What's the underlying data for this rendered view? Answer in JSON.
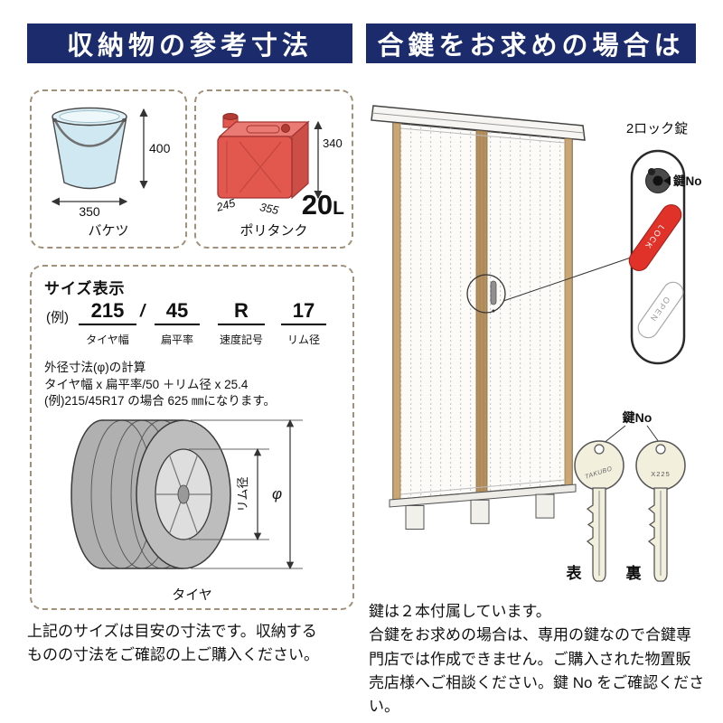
{
  "left": {
    "header": "収納物の参考寸法",
    "bucket": {
      "label": "バケツ",
      "dim_height": "400",
      "dim_width": "350"
    },
    "tank": {
      "label": "ポリタンク",
      "dim_height": "340",
      "dim_depth": "245",
      "dim_width": "355",
      "capacity": "20",
      "capacity_unit": "L"
    },
    "size_box": {
      "title": "サイズ表示",
      "example_prefix": "(例)",
      "tire_width": "215",
      "slash": "/",
      "aspect_ratio": "45",
      "speed_symbol": "R",
      "rim_size": "17",
      "labels": [
        "タイヤ幅",
        "扁平率",
        "速度記号",
        "リム径"
      ],
      "calc_title": "外径寸法(φ)の計算",
      "calc_formula": "タイヤ幅 x 扁平率/50 ＋リム径 x 25.4",
      "calc_example": "(例)215/45R17 の場合 625 ㎜になります。",
      "rim_dia_label": "リム径",
      "phi_label": "φ",
      "tire_label": "タイヤ"
    },
    "note": "上記のサイズは目安の寸法です。収納するものの寸法をご確認の上ご購入ください。"
  },
  "right": {
    "header": "合鍵をお求めの場合は",
    "lock_title": "2ロック錠",
    "lock_key_no": "鍵No",
    "lock_text": "LOCK",
    "open_text": "OPEN",
    "keys_key_no": "鍵No",
    "key_brand": "TAKUBO",
    "key_number": "X225",
    "key_front": "表",
    "key_back": "裏",
    "note_line1": "鍵は２本付属しています。",
    "note_line2": "合鍵をお求めの場合は、専用の鍵なので合鍵専門店では作成できません。ご購入された物置販売店様へご相談ください。鍵 No をご確認ください。"
  }
}
